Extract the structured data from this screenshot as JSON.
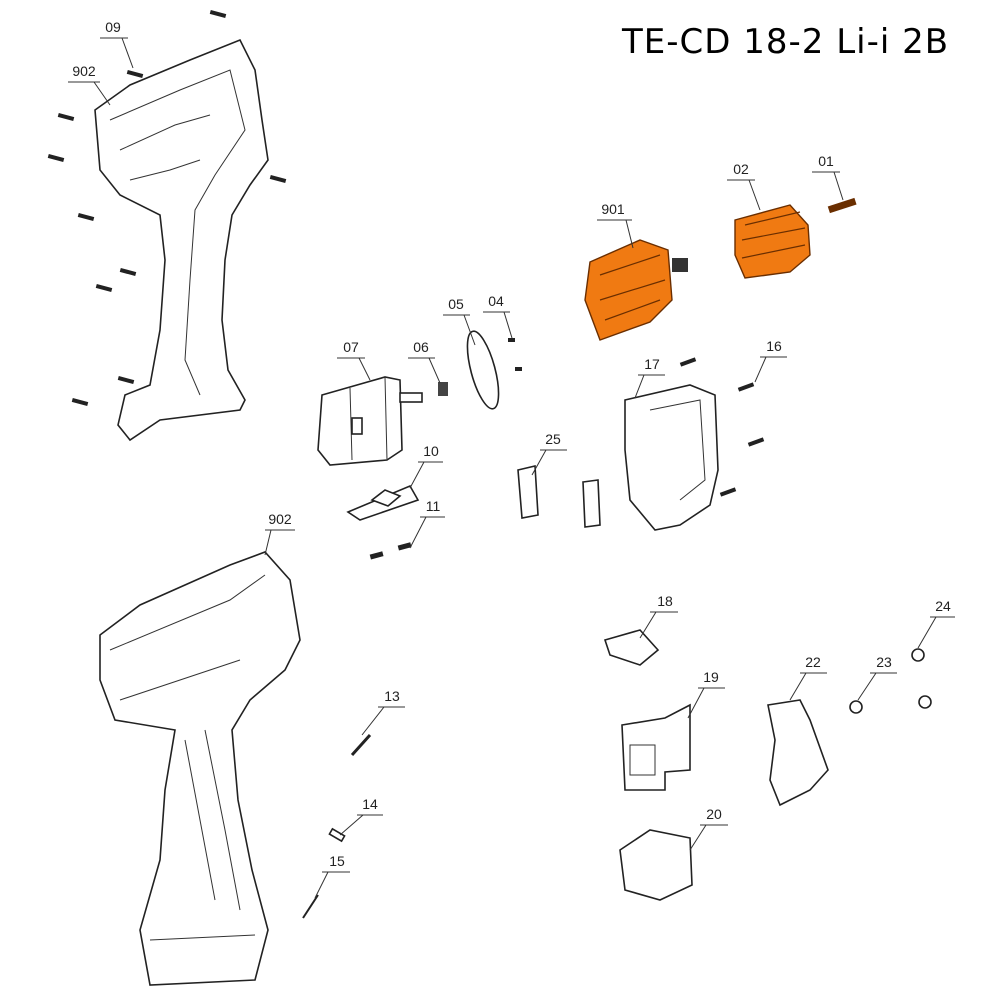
{
  "title": "TE-CD 18-2 Li-i 2B",
  "accent_color": "#f07a12",
  "parts": [
    {
      "id": "09"
    },
    {
      "id": "902-top",
      "label": "902"
    },
    {
      "id": "901"
    },
    {
      "id": "02"
    },
    {
      "id": "01"
    },
    {
      "id": "05"
    },
    {
      "id": "04"
    },
    {
      "id": "07"
    },
    {
      "id": "06"
    },
    {
      "id": "17"
    },
    {
      "id": "16"
    },
    {
      "id": "25"
    },
    {
      "id": "10"
    },
    {
      "id": "11"
    },
    {
      "id": "902-bottom",
      "label": "902"
    },
    {
      "id": "18"
    },
    {
      "id": "24"
    },
    {
      "id": "23"
    },
    {
      "id": "22"
    },
    {
      "id": "19"
    },
    {
      "id": "13"
    },
    {
      "id": "14"
    },
    {
      "id": "15"
    },
    {
      "id": "20"
    }
  ]
}
